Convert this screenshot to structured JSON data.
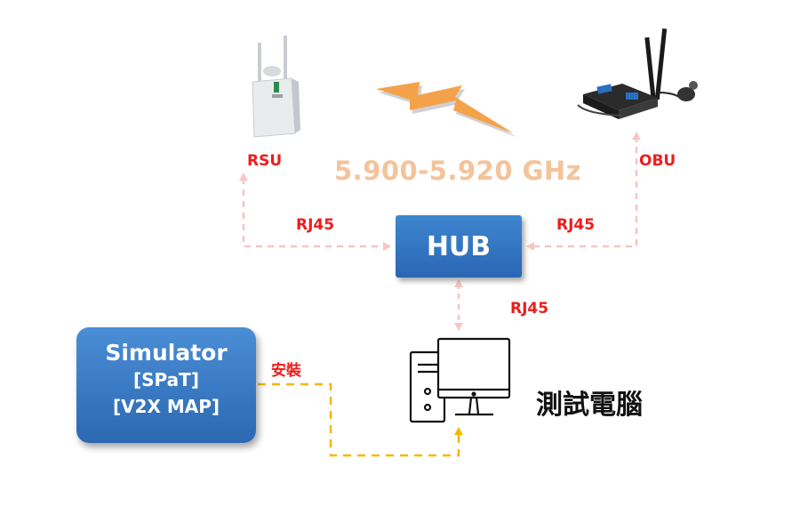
{
  "devices": {
    "rsu": "RSU",
    "obu": "OBU",
    "hub": "HUB",
    "pc": "測試電腦"
  },
  "frequency": "5.900-5.920 GHz",
  "links": {
    "rsu_hub": "RJ45",
    "obu_hub": "RJ45",
    "hub_pc": "RJ45",
    "install": "安裝"
  },
  "simulator": {
    "name": "Simulator",
    "line1": "[SPaT]",
    "line2": "[V2X MAP]"
  },
  "colors": {
    "label_red": "#ee1c1c",
    "frequency": "#f5c39a",
    "network_line": "#f7c5c5",
    "install_line": "#f5b800",
    "box_blue": "#2f6fba",
    "lightning": "#f4a24a"
  }
}
